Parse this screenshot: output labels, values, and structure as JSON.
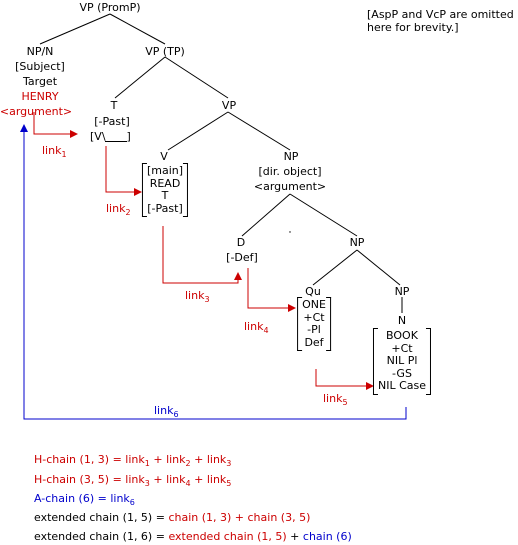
{
  "colors": {
    "link": "#cc0000",
    "a_chain": "#0000cc",
    "line": "#000000"
  },
  "note": [
    "[AspP and VcP are omitted",
    "here for brevity.]"
  ],
  "nodes": {
    "root": "VP (PromP)",
    "np_n": "NP/N",
    "subject": "[Subject]",
    "target": "Target",
    "henry": "HENRY",
    "argument_red": "<argument>",
    "vp_tp": "VP (TP)",
    "t": "T",
    "t_past": "[-Past]",
    "t_v": "[V\\",
    "t_close": "]",
    "vp": "VP",
    "v": "V",
    "np_obj": "NP",
    "dir_object": "[dir. object]",
    "argument_obj": "<argument>",
    "d": "D",
    "d_def": "[-Def]",
    "np2": "NP",
    "qu": "Qu",
    "np3": "NP",
    "n": "N"
  },
  "features": {
    "v": [
      "[main]",
      "READ",
      "T",
      "[-Past]"
    ],
    "qu": [
      "ONE",
      "+Ct",
      "-Pl",
      "Def"
    ],
    "n": [
      "BOOK",
      "+Ct",
      "NIL Pl",
      "-GS",
      "NIL Case"
    ]
  },
  "links": {
    "link1": {
      "base": "link",
      "sub": "1"
    },
    "link2": {
      "base": "link",
      "sub": "2"
    },
    "link3": {
      "base": "link",
      "sub": "3"
    },
    "link4": {
      "base": "link",
      "sub": "4"
    },
    "link5": {
      "base": "link",
      "sub": "5"
    },
    "link6": {
      "base": "link",
      "sub": "6"
    }
  },
  "equations": {
    "h1": {
      "lhs": "H-chain (1, 3) = link",
      "s1": "1",
      "m1": " + link",
      "s2": "2",
      "m2": " + link",
      "s3": "3"
    },
    "h2": {
      "lhs": "H-chain (3, 5) = link",
      "s1": "3",
      "m1": " + link",
      "s2": "4",
      "m2": " + link",
      "s3": "5"
    },
    "a": {
      "lhs": "A-chain (6) = link",
      "s1": "6"
    },
    "e1": {
      "black": "extended chain (1, 5) = ",
      "red": "chain (1, 3) + chain (3, 5)"
    },
    "e2": {
      "black": "extended chain (1, 6) = ",
      "red": "extended chain (1, 5)",
      "plus": " + ",
      "blue": "chain (6)"
    }
  }
}
